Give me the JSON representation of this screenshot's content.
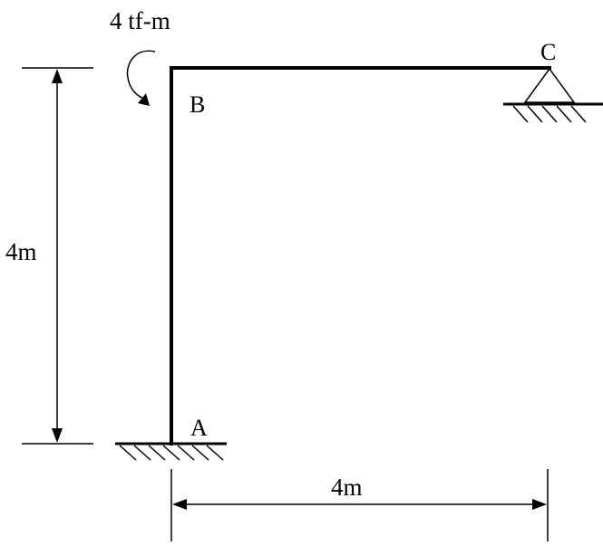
{
  "diagram": {
    "moment_label": "4 tf-m",
    "nodes": {
      "A": "A",
      "B": "B",
      "C": "C"
    },
    "dimensions": {
      "vertical": "4m",
      "horizontal": "4m"
    },
    "supports": {
      "A": "fixed",
      "C": "pin"
    },
    "colors": {
      "stroke": "#000000",
      "background": "#ffffff"
    }
  }
}
